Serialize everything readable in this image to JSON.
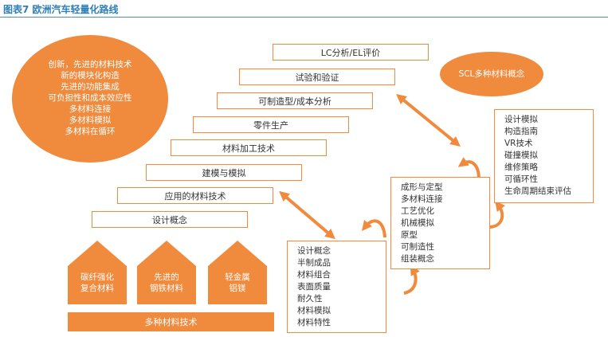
{
  "title": "图表7 欧洲汽车轻量化路线",
  "oval_left": {
    "lines": [
      "创新，先进的材料技术",
      "新的模块化构造",
      "先进的功能集成",
      "可负担性和成本效应性",
      "多材料连接",
      "多材料模拟",
      "多材料在循环"
    ]
  },
  "oval_right": {
    "label": "SCL多种材料概念"
  },
  "staircase": [
    "设计概念",
    "应用的材料技术",
    "建模与模拟",
    "材料加工技术",
    "零件生产",
    "可制造型/成本分析",
    "试验和验证",
    "LC分析/EL评价"
  ],
  "pillars": [
    {
      "lines": [
        "碳纤强化",
        "复合材料"
      ]
    },
    {
      "lines": [
        "先进的",
        "钢铁材料"
      ]
    },
    {
      "lines": [
        "轻金属",
        "铝镁"
      ]
    }
  ],
  "base_label": "多种材料技术",
  "box_design": [
    "设计概念",
    "半制成品",
    "材料组合",
    "表面质量",
    "耐久性",
    "材料模拟",
    "材料特性"
  ],
  "box_forming": [
    "成形与定型",
    "多材料连接",
    "工艺优化",
    "机械模拟",
    "原型",
    "可制造性",
    "组装概念"
  ],
  "box_sim": [
    "设计模拟",
    "构造指南",
    "VR技术",
    "碰撞模拟",
    "维修策略",
    "可循环性",
    "生命周期结束评估"
  ],
  "colors": {
    "accent": "#f08a3c",
    "title": "#2e7fb8"
  }
}
